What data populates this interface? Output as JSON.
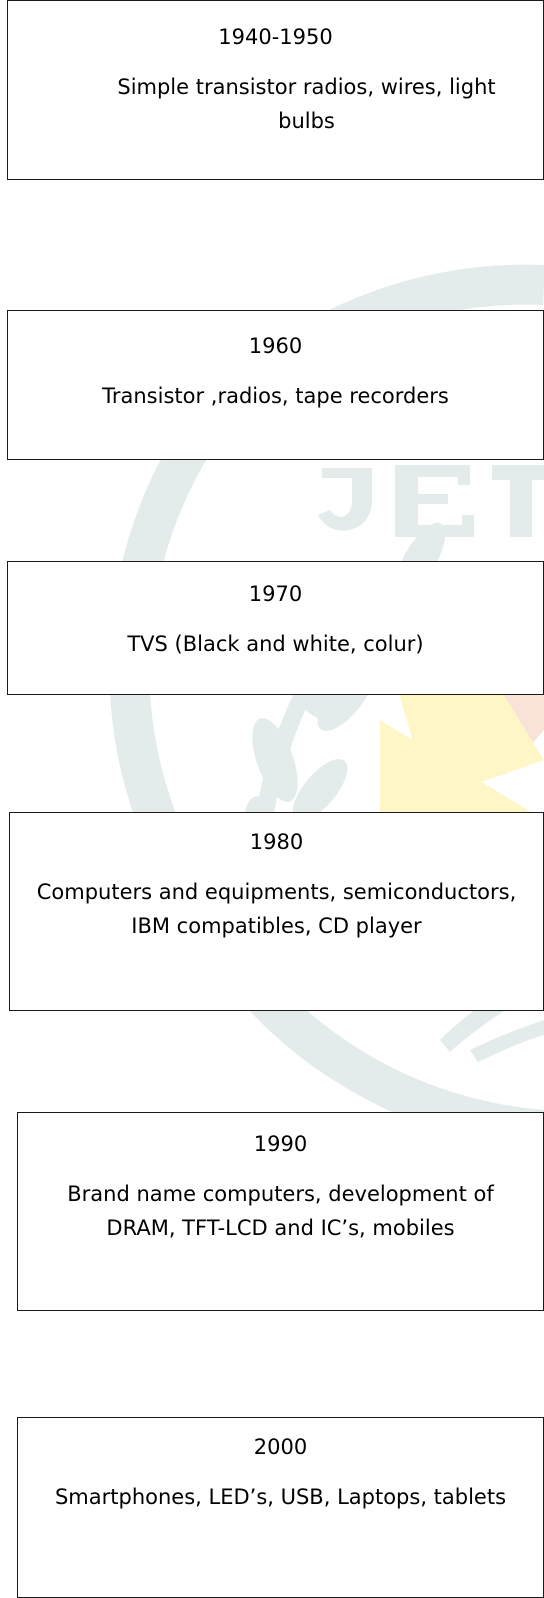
{
  "colors": {
    "box_border": "#1a1a1a",
    "watermark_grey": "#e3ebeb",
    "watermark_yellow": "#fff6c8",
    "watermark_red": "#fbe2d8"
  },
  "timeline": [
    {
      "year": "1940-1950",
      "description": "Simple transistor radios, wires, light bulbs"
    },
    {
      "year": "1960",
      "description": "Transistor ,radios, tape recorders"
    },
    {
      "year": "1970",
      "description": "TVS (Black and white, colur)"
    },
    {
      "year": "1980",
      "description": "Computers and equipments, semiconductors, IBM compatibles, CD player"
    },
    {
      "year": "1990",
      "description": "Brand name computers, development of DRAM, TFT-LCD and IC’s, mobiles"
    },
    {
      "year": "2000",
      "description": "Smartphones, LED’s, USB, Laptops, tablets"
    }
  ]
}
